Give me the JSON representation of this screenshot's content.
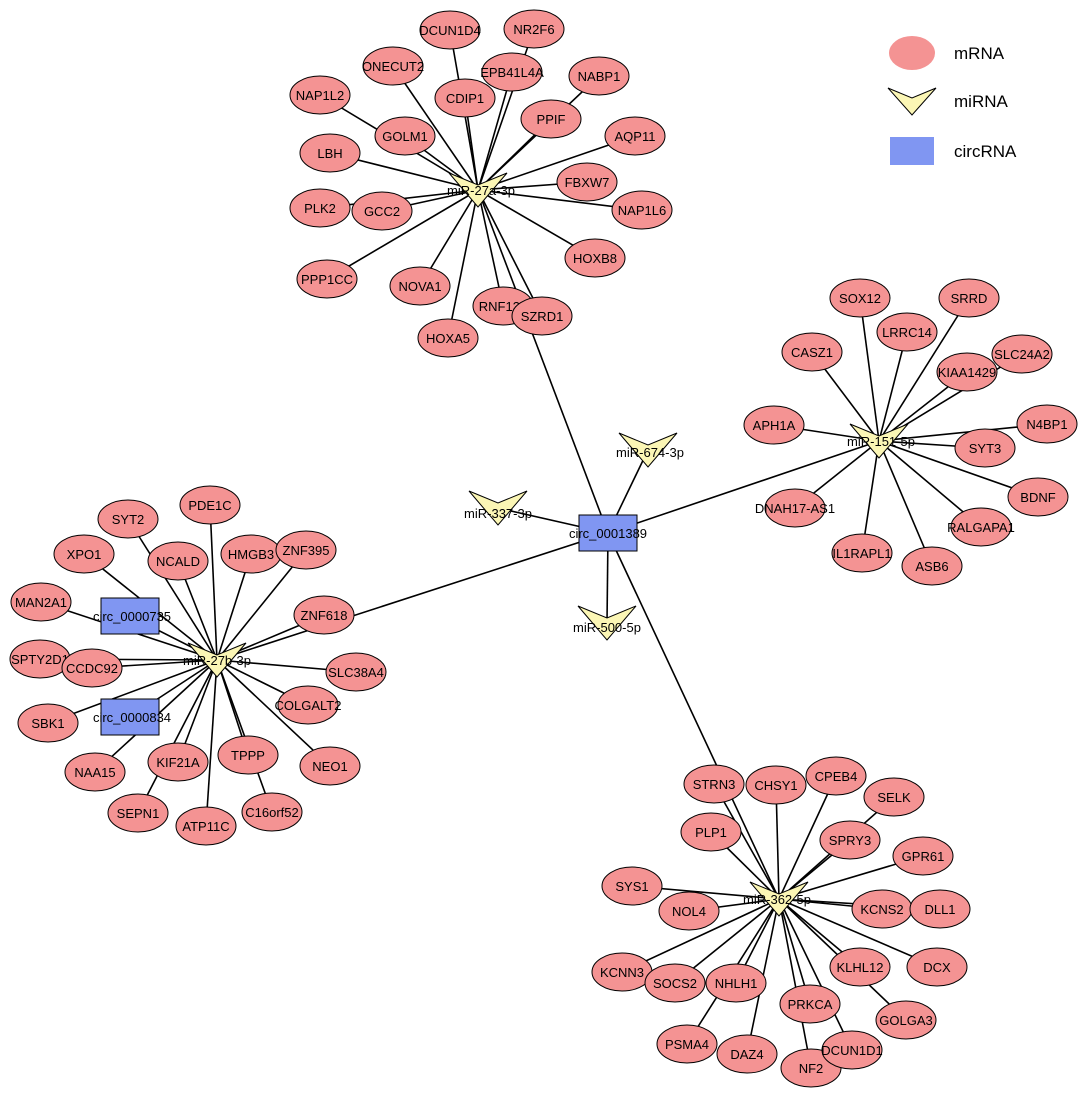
{
  "colors": {
    "mrna_fill": "#f49393",
    "mirna_fill": "#fbf6b5",
    "circrna_fill": "#8096f2",
    "edge": "#000000",
    "stroke": "#000000"
  },
  "legend": [
    {
      "type": "mrna",
      "label": "mRNA"
    },
    {
      "type": "mirna",
      "label": "miRNA"
    },
    {
      "type": "circrna",
      "label": "circRNA"
    }
  ],
  "hubs": {
    "circ_0001389": "circ_0001389",
    "mir_27a": "miR-27a-3p",
    "mir_151": "miR-151-5p",
    "mir_27b": "miR-27b-3p",
    "mir_362": "miR-362-5p",
    "mir_674": "miR-674-3p",
    "mir_337": "miR-337-3p",
    "mir_500": "miR-500-5p",
    "circ_0000735": "circ_0000735",
    "circ_0000834": "circ_0000834"
  },
  "targets": {
    "mir_27a": [
      "DCUN1D4",
      "NR2F6",
      "ONECUT2",
      "EPB41L4A",
      "NABP1",
      "NAP1L2",
      "CDIP1",
      "PPIF",
      "AQP11",
      "GOLM1",
      "LBH",
      "FBXW7",
      "PLK2",
      "GCC2",
      "NAP1L6",
      "HOXB8",
      "PPP1CC",
      "NOVA1",
      "RNF139",
      "SZRD1",
      "HOXA5"
    ],
    "mir_151": [
      "SOX12",
      "SRRD",
      "LRRC14",
      "CASZ1",
      "SLC24A2",
      "KIAA1429",
      "APH1A",
      "N4BP1",
      "SYT3",
      "BDNF",
      "DNAH17-AS1",
      "RALGAPA1",
      "IL1RAPL1",
      "ASB6"
    ],
    "mir_27b": [
      "PDE1C",
      "SYT2",
      "NCALD",
      "HMGB3",
      "ZNF395",
      "XPO1",
      "MAN2A1",
      "ZNF618",
      "SPTY2D1",
      "CCDC92",
      "SLC38A4",
      "COLGALT2",
      "SBK1",
      "NAA15",
      "KIF21A",
      "TPPP",
      "NEO1",
      "SEPN1",
      "ATP11C",
      "C16orf52"
    ],
    "mir_362": [
      "STRN3",
      "CHSY1",
      "CPEB4",
      "SELK",
      "PLP1",
      "SPRY3",
      "GPR61",
      "SYS1",
      "NOL4",
      "KCNS2",
      "DLL1",
      "KCNN3",
      "SOCS2",
      "NHLH1",
      "KLHL12",
      "DCX",
      "PRKCA",
      "GOLGA3",
      "PSMA4",
      "DAZ4",
      "NF2",
      "DCUN1D1"
    ]
  }
}
